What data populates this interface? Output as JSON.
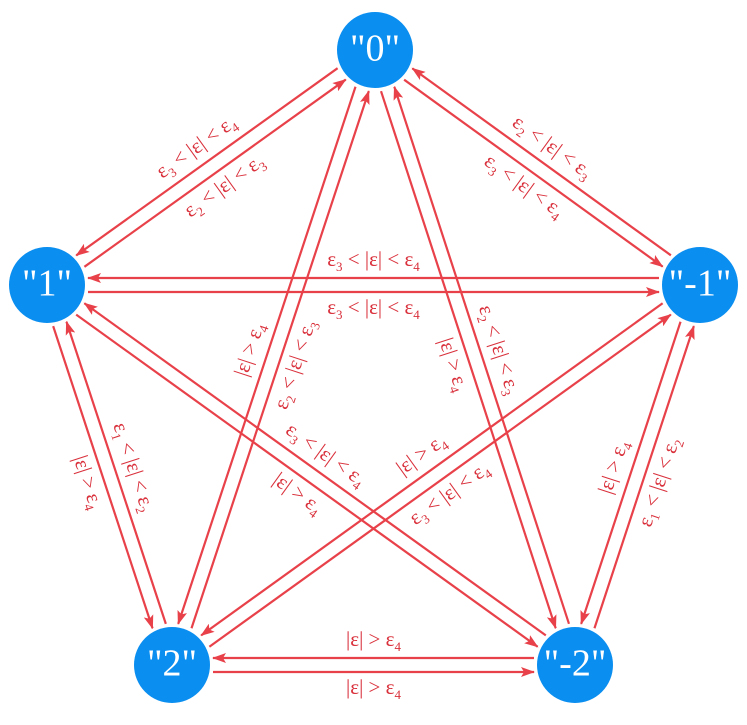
{
  "diagram": {
    "colors": {
      "node": "#0a8ef0",
      "edge": "#e8414a",
      "label": "#d9303b",
      "node_text": "#ffffff"
    },
    "nodes": [
      {
        "id": "n0",
        "label": "\"0\""
      },
      {
        "id": "n1",
        "label": "\"1\""
      },
      {
        "id": "nm1",
        "label": "\"-1\""
      },
      {
        "id": "n2",
        "label": "\"2\""
      },
      {
        "id": "nm2",
        "label": "\"-2\""
      }
    ],
    "edges": [
      {
        "from": "n1",
        "to": "n0",
        "label": "ε2 < |ε| < ε3"
      },
      {
        "from": "n0",
        "to": "n1",
        "label": "ε3 < |ε| < ε4"
      },
      {
        "from": "n0",
        "to": "nm1",
        "label": "ε3 < |ε| < ε4"
      },
      {
        "from": "nm1",
        "to": "n0",
        "label": "ε2 < |ε| < ε3"
      },
      {
        "from": "n1",
        "to": "nm1",
        "label": "ε3 < |ε| < ε4"
      },
      {
        "from": "nm1",
        "to": "n1",
        "label": "ε3 < |ε| < ε4"
      },
      {
        "from": "n2",
        "to": "n0",
        "label": "ε2 < |ε| < ε3"
      },
      {
        "from": "n0",
        "to": "n2",
        "label": "|ε| > ε4"
      },
      {
        "from": "nm2",
        "to": "n0",
        "label": "ε2 < |ε| < ε3"
      },
      {
        "from": "n0",
        "to": "nm2",
        "label": "|ε| > ε4"
      },
      {
        "from": "nm2",
        "to": "n1",
        "label": "ε3 < |ε| < ε4"
      },
      {
        "from": "n1",
        "to": "nm2",
        "label": "|ε| > ε4"
      },
      {
        "from": "n2",
        "to": "nm1",
        "label": "ε3 < |ε| < ε4"
      },
      {
        "from": "nm1",
        "to": "n2",
        "label": "|ε| > ε4"
      },
      {
        "from": "n2",
        "to": "n1",
        "label": "ε1 < |ε| < ε2"
      },
      {
        "from": "n1",
        "to": "n2",
        "label": "|ε| > ε4"
      },
      {
        "from": "nm2",
        "to": "nm1",
        "label": "ε1 < |ε| < ε2"
      },
      {
        "from": "nm1",
        "to": "nm2",
        "label": "|ε| > ε4"
      },
      {
        "from": "n2",
        "to": "nm2",
        "label": "|ε| > ε4"
      },
      {
        "from": "nm2",
        "to": "n2",
        "label": "|ε| > ε4"
      }
    ]
  }
}
